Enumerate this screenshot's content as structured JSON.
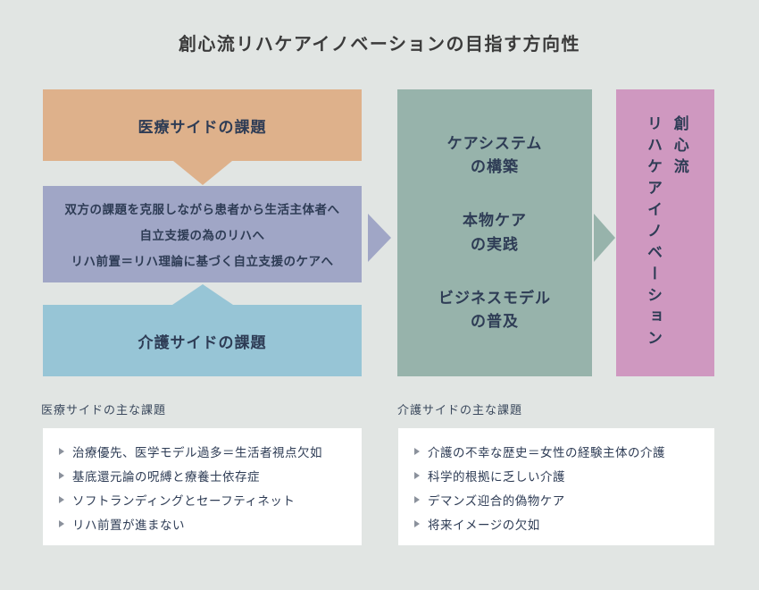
{
  "title": "創心流リハケアイノベーションの目指す方向性",
  "colors": {
    "background": "#e1e5e3",
    "medical": "#deb18b",
    "core": "#a0a6c6",
    "care": "#97c5d6",
    "middle": "#97b3ab",
    "goal": "#cf98c0",
    "panel": "#ffffff",
    "text-dark": "#2e3c55",
    "title-text": "#3b3b3b",
    "heading-text": "#3c4a5e",
    "bullet": "#8b919c"
  },
  "flow": {
    "medical_box": {
      "label": "医療サイドの課題"
    },
    "core_box": {
      "lines": [
        "双方の課題を克服しながら患者から生活主体者へ",
        "自立支援の為のリハへ",
        "リハ前置＝リハ理論に基づく自立支援のケアへ"
      ]
    },
    "care_box": {
      "label": "介護サイドの課題"
    },
    "middle_box": {
      "items": [
        "ケアシステム\nの構築",
        "本物ケア\nの実践",
        "ビジネスモデル\nの普及"
      ]
    },
    "goal_box": {
      "label": "創心流\nリハケアイノベーション"
    }
  },
  "lists": {
    "medical": {
      "heading": "医療サイドの主な課題",
      "items": [
        "治療優先、医学モデル過多＝生活者視点欠如",
        "基底還元論の呪縛と療養士依存症",
        "ソフトランディングとセーフティネット",
        "リハ前置が進まない"
      ]
    },
    "care": {
      "heading": "介護サイドの主な課題",
      "items": [
        "介護の不幸な歴史＝女性の経験主体の介護",
        "科学的根拠に乏しい介護",
        "デマンズ迎合的偽物ケア",
        "将来イメージの欠如"
      ]
    }
  }
}
